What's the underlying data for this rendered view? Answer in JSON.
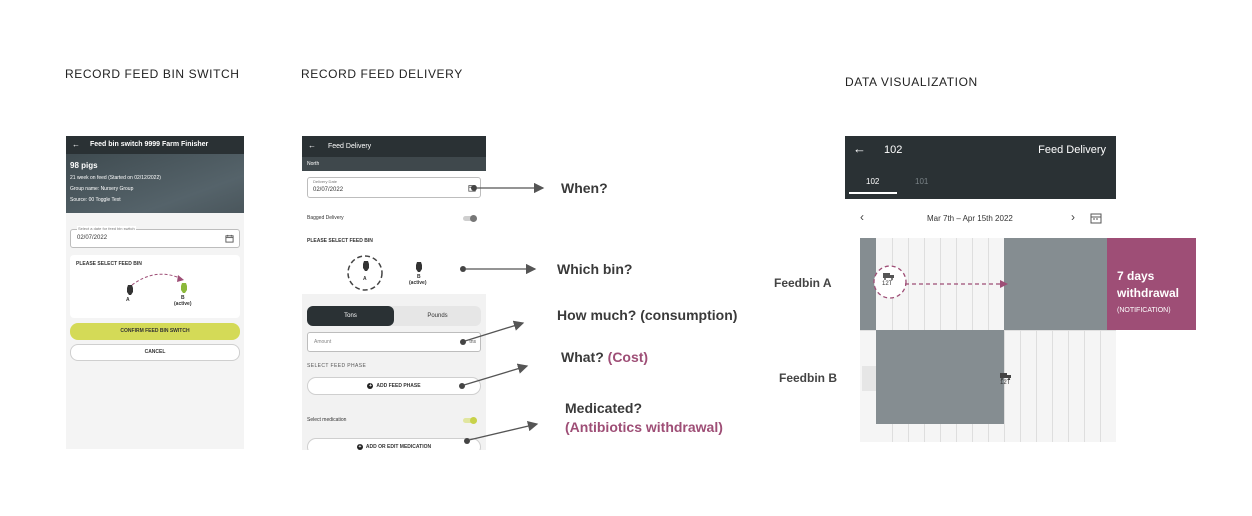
{
  "sections": {
    "switch_title": "RECORD FEED BIN SWITCH",
    "delivery_title": "RECORD FEED DELIVERY",
    "viz_title": "DATA VISUALIZATION"
  },
  "switch_screen": {
    "header_title": "Feed bin switch 9999 Farm Finisher",
    "pigs": "98 pigs",
    "week_line": "21 week on feed (Started on 02/12/2022)",
    "group_line": "Group name: Nursery Group",
    "source_line": "Source: 00 Toggle Text",
    "date_label": "Select a date for feed bin switch",
    "date_value": "02/07/2022",
    "select_bin_label": "PLEASE SELECT FEED BIN",
    "bin_a": "A",
    "bin_b": "B",
    "bin_b_state": "(active)",
    "confirm_label": "CONFIRM FEED BIN SWITCH",
    "cancel_label": "CANCEL",
    "accent_color": "#d4da57"
  },
  "delivery_screen": {
    "header_title": "Feed Delivery",
    "location": "North",
    "delivery_date_label": "Delivery Date",
    "delivery_date_value": "02/07/2022",
    "bagged_label": "Bagged Delivery",
    "select_bin_label": "PLEASE SELECT FEED BIN",
    "bin_a": "A",
    "bin_b": "B",
    "bin_b_state": "(active)",
    "unit_tons": "Tons",
    "unit_pounds": "Pounds",
    "amount_placeholder": "Amount",
    "amount_suffix": "tns",
    "phase_label": "SELECT FEED PHASE",
    "add_phase_label": "ADD FEED PHASE",
    "medication_label": "Select medication",
    "add_medication_label": "ADD OR EDIT MEDICATION"
  },
  "annotations": {
    "when": "When?",
    "which_bin": "Which bin?",
    "how_much": "How much? (consumption)",
    "what_prefix": "What?",
    "what_accent": "(Cost)",
    "medicated": "Medicated?",
    "medicated_accent": "(Antibiotics withdrawal)",
    "accent_color": "#9e4e76"
  },
  "viz_screen": {
    "header_number": "102",
    "header_title": "Feed Delivery",
    "tab_active": "102",
    "tab_inactive": "101",
    "date_range": "Mar 7th – Apr 15th 2022",
    "feedbin_a_label": "Feedbin A",
    "feedbin_b_label": "Feedbin B",
    "delivery_a_amount": "12T",
    "delivery_b_amount": "12T",
    "notification_title": "7 days withdrawal",
    "notification_sub": "(NOTIFICATION)",
    "bar_color": "#858d91",
    "notification_color": "#9e4e76"
  }
}
